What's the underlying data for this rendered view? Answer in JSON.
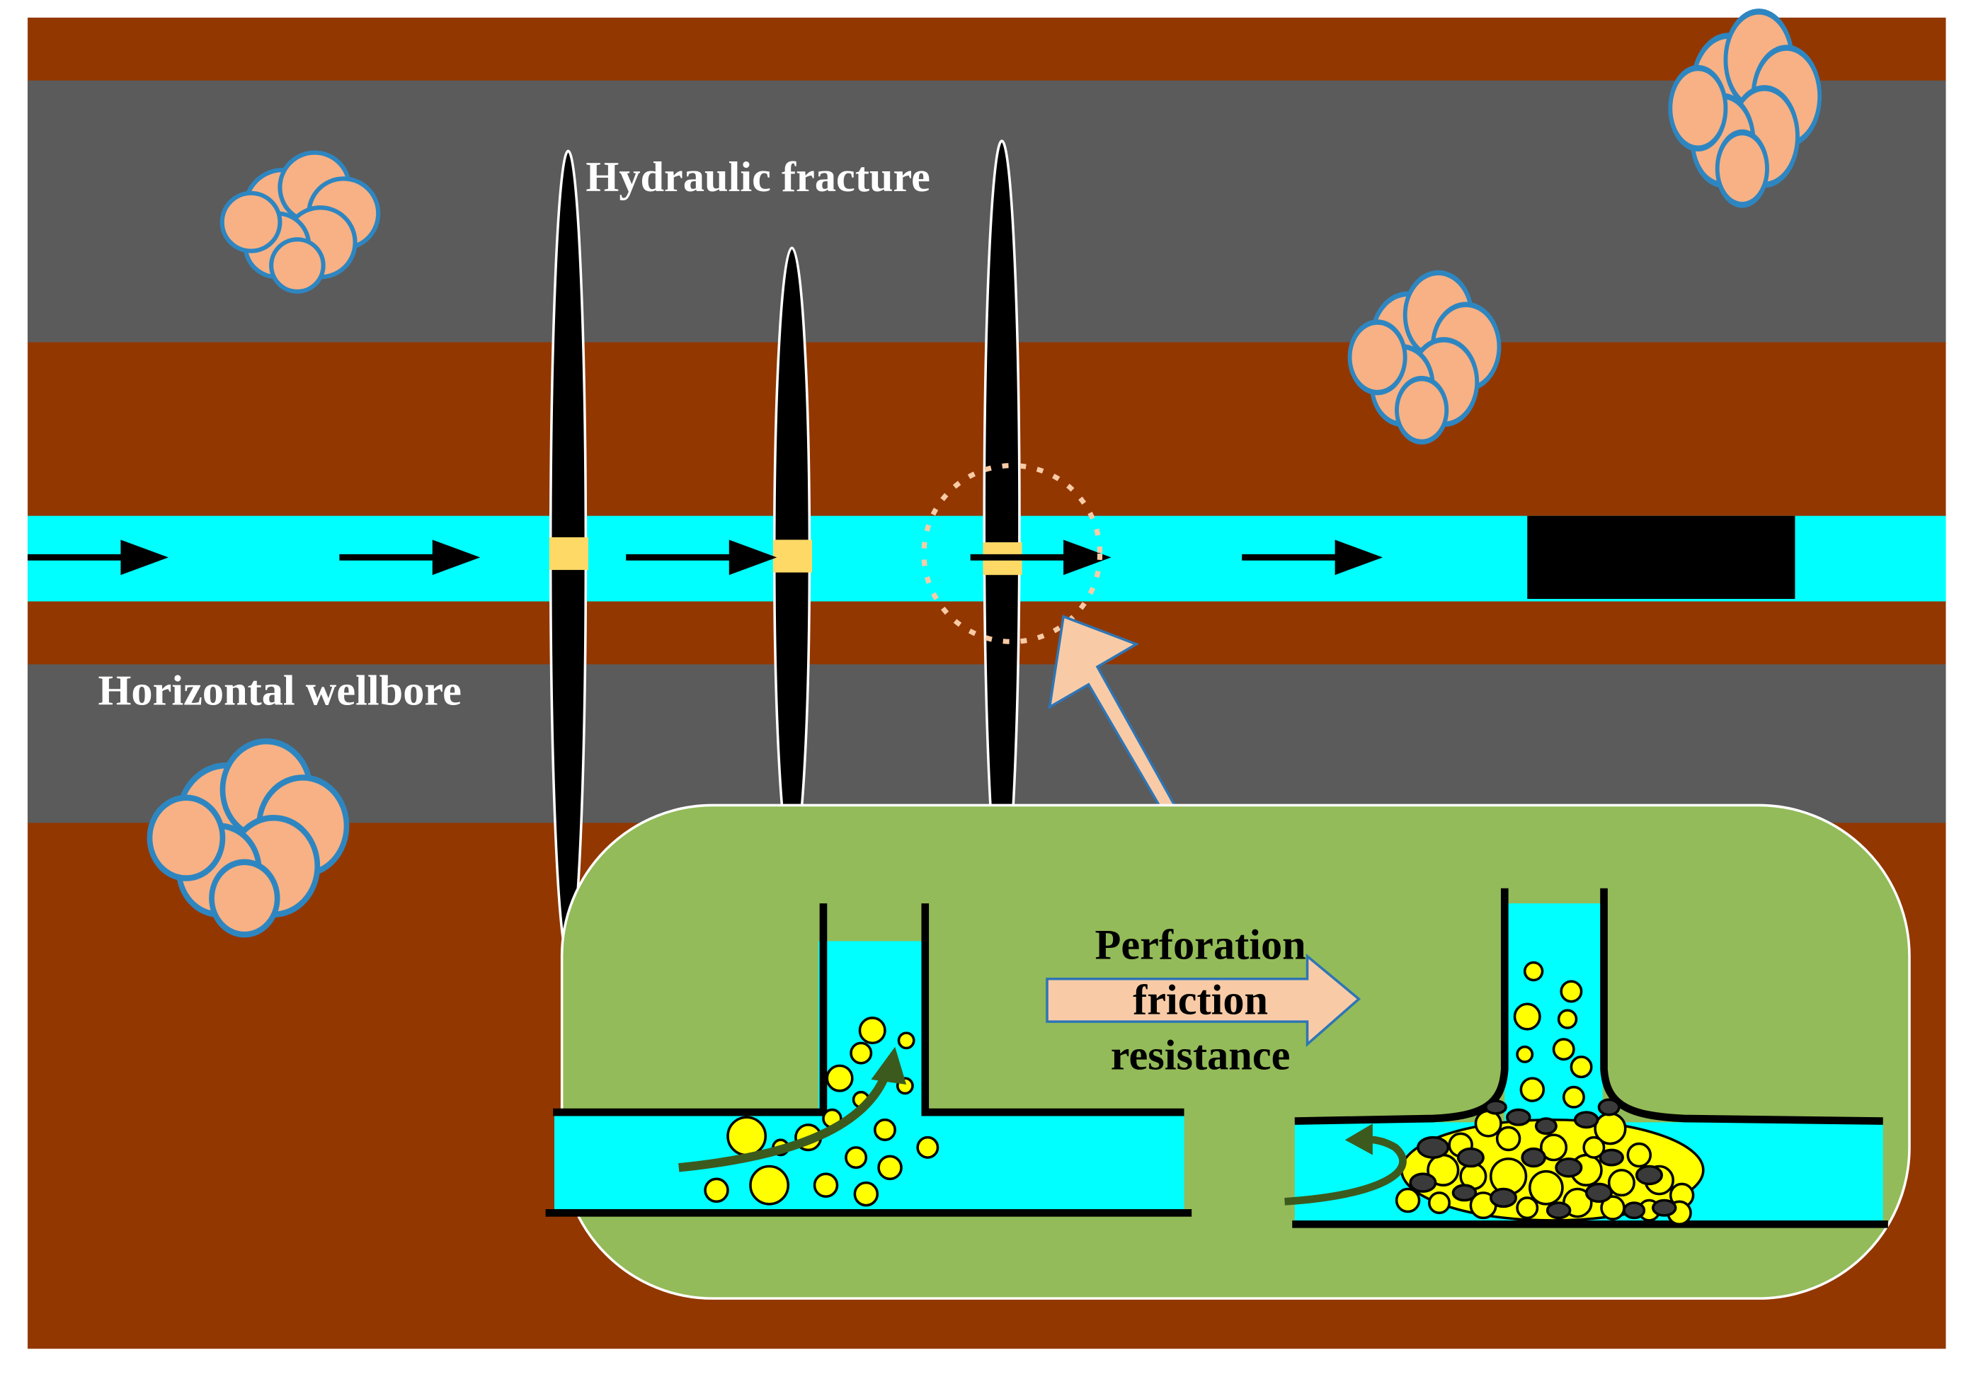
{
  "labels": {
    "hydraulic_fracture": "Hydraulic fracture",
    "horizontal_wellbore": "Horizontal wellbore",
    "perforation_line1": "Perforation",
    "perforation_line2": "friction",
    "perforation_line3": "resistance"
  },
  "colors": {
    "formation_brown": "#933700",
    "shale_gray": "#5b5b5b",
    "wellbore_cyan": "#00ffff",
    "fracture_black": "#000000",
    "perforation_yellow": "#ffd966",
    "gas_cloud": "#f8b184",
    "gas_cloud_outline": "#2e86c1",
    "inset_green": "#93bb59",
    "proppant_yellow": "#ffff00",
    "flow_arrow_green": "#3d5a1e",
    "callout_arrow": "#f8cba6"
  },
  "icons": {
    "flow": "arrow-right-icon",
    "gas": "gas-cloud-icon",
    "plug": "bridge-plug-icon",
    "zoom": "dashed-circle-zoom-icon"
  }
}
